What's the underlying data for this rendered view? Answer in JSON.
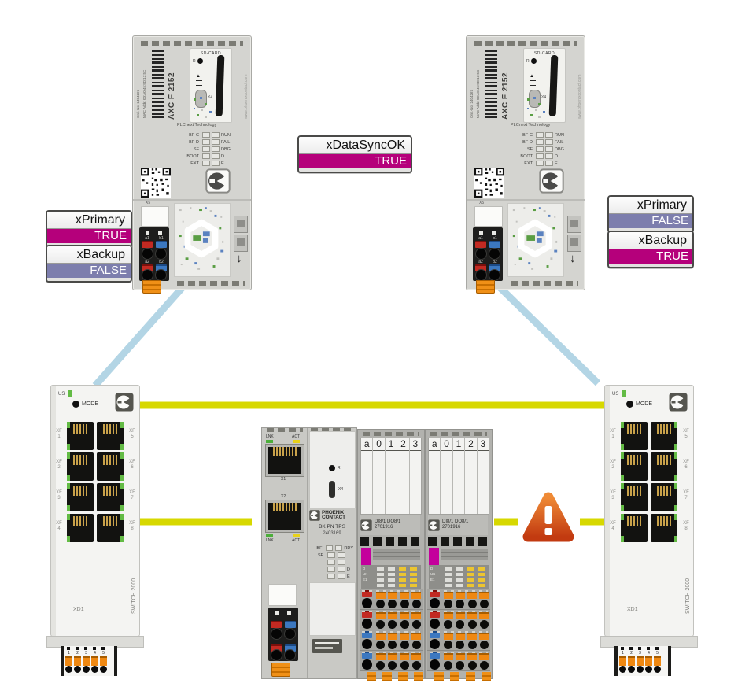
{
  "status_labels": {
    "data_sync": {
      "name": "xDataSyncOK",
      "value": "TRUE"
    },
    "left_primary": {
      "name": "xPrimary",
      "value": "TRUE"
    },
    "left_backup": {
      "name": "xBackup",
      "value": "FALSE"
    },
    "right_primary": {
      "name": "xPrimary",
      "value": "FALSE"
    },
    "right_backup": {
      "name": "xBackup",
      "value": "TRUE"
    }
  },
  "colors": {
    "true_bg": "#b5007b",
    "false_bg": "#7d7ead",
    "ethernet_line": "#d7d800",
    "sync_line": "#b3d5e5",
    "warning_gradient_top": "#ef8a36",
    "warning_gradient_bottom": "#c23a10"
  },
  "plc": {
    "model": "AXC F 2152",
    "ord_no": "Ord.-No. 2404267",
    "mac_addr": "MAC Addr: 00:A0:45:9D:13:5C",
    "sd_card": "SD-CARD",
    "reset": "R",
    "usb": "X4",
    "website": "www.phoenixcontact.com",
    "tech": "PLCnext Technology",
    "leds_left": [
      "BF-C",
      "BF-D",
      "SF",
      "BOOT",
      "EXT"
    ],
    "leds_right": [
      "RUN",
      "FAIL",
      "DBG",
      "D",
      "E"
    ],
    "x5": "X5",
    "terminals": [
      "a1",
      "b1",
      "a2",
      "b2"
    ]
  },
  "switch": {
    "us": "US",
    "mode": "MODE",
    "ports_left": [
      {
        "p": "XF",
        "n": "1"
      },
      {
        "p": "XF",
        "n": "2"
      },
      {
        "p": "XF",
        "n": "3"
      },
      {
        "p": "XF",
        "n": "4"
      }
    ],
    "ports_right": [
      {
        "p": "XF",
        "n": "5"
      },
      {
        "p": "XF",
        "n": "6"
      },
      {
        "p": "XF",
        "n": "7"
      },
      {
        "p": "XF",
        "n": "8"
      }
    ],
    "xd1": "XD1",
    "model": "SWITCH 2000",
    "terminal_pins": [
      "1",
      "2",
      "3",
      "4",
      "5"
    ]
  },
  "coupler": {
    "lnk": "LNK",
    "act": "ACT",
    "x1": "X1",
    "x2": "X2",
    "brand_line1": "PHOENIX",
    "brand_line2": "CONTACT",
    "model": "BK PN TPS",
    "part_no": "2403169",
    "reset": "R",
    "usb": "X4",
    "leds_left": [
      "BF",
      "SF"
    ],
    "leds_right": [
      "RDY",
      "D",
      "E"
    ]
  },
  "io_module": {
    "card_cols": [
      "a",
      "0",
      "1",
      "2",
      "3"
    ],
    "model": "DI8/1 DO8/1",
    "part_no": "2701916",
    "led_rows": [
      "D",
      "UK",
      "E1"
    ]
  }
}
